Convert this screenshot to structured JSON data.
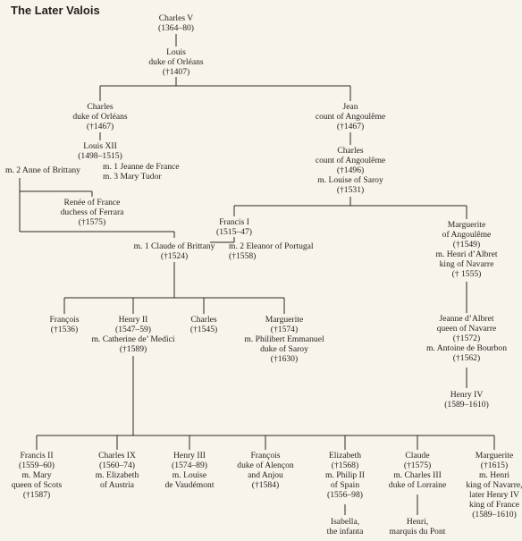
{
  "title": "The Later Valois",
  "nodes": {
    "charles_v": [
      "Charles V",
      "(1364–80)"
    ],
    "louis_orleans": [
      "Louis",
      "duke of Orléans",
      "(†1407)"
    ],
    "charles_orleans": [
      "Charles",
      "duke of Orléans",
      "(†1467)"
    ],
    "jean_angouleme": [
      "Jean",
      "count of Angoulême",
      "(†1467)"
    ],
    "louis_xii": [
      "Louis XII",
      "(1498–1515)"
    ],
    "louis_xii_m1": [
      "m. 1 Jeanne de France",
      "m. 3 Mary Tudor"
    ],
    "louis_xii_m2": [
      "m. 2 Anne of Brittany"
    ],
    "charles_angouleme": [
      "Charles",
      "count of Angoulême",
      "(†1496)",
      "m. Louise of Saroy",
      "(†1531)"
    ],
    "renee": [
      "Renée of France",
      "duchess of Ferrara",
      "(†1575)"
    ],
    "francis_i": [
      "Francis I",
      "(1515–47)"
    ],
    "francis_i_m2": [
      "m. 2 Eleanor of Portugal",
      "(†1558)"
    ],
    "claude_brittany": [
      "m. 1 Claude of Brittany",
      "(†1524)"
    ],
    "marguerite_angouleme": [
      "Marguerite",
      "of Angoulême",
      "(†1549)",
      "m. Henri d’Albret",
      "king of Navarre",
      "(† 1555)"
    ],
    "francois_1536": [
      "François",
      "(†1536)"
    ],
    "henry_ii": [
      "Henry II",
      "(1547–59)",
      "m. Catherine de’ Medici",
      "(†1589)"
    ],
    "charles_1545": [
      "Charles",
      "(†1545)"
    ],
    "marguerite_1574": [
      "Marguerite",
      "(†1574)",
      "m. Philibert Emmanuel",
      "duke of Saroy",
      "(†1630)"
    ],
    "jeanne_albret": [
      "Jeanne d’Albret",
      "queen of Navarre",
      "(†1572)",
      "m. Antoine de Bourbon",
      "(†1562)"
    ],
    "henry_iv": [
      "Henry IV",
      "(1589–1610)"
    ],
    "francis_ii": [
      "Francis II",
      "(1559–60)",
      "m. Mary",
      "queen of Scots",
      "(†1587)"
    ],
    "charles_ix": [
      "Charles IX",
      "(1560–74)",
      "m. Elizabeth",
      "of Austria"
    ],
    "henry_iii": [
      "Henry III",
      "(1574–89)",
      "m. Louise",
      "de Vaudémont"
    ],
    "francois_alencon": [
      "François",
      "duke of Alençon",
      "and Anjou",
      "(†1584)"
    ],
    "elizabeth": [
      "Elizabeth",
      "(†1568)",
      "m. Philip II",
      "of Spain",
      "(1556–98)"
    ],
    "claude_1575": [
      "Claude",
      "(†1575)",
      "m. Charles III",
      "duke of Lorraine"
    ],
    "marguerite_1615": [
      "Marguerite",
      "(†1615)",
      "m. Henri",
      "king of Navarre,",
      "later Henry IV",
      "king of France",
      "(1589–1610)"
    ],
    "isabella": [
      "Isabella,",
      "the infanta"
    ],
    "henri_pont": [
      "Henri,",
      "marquis du Pont"
    ]
  }
}
